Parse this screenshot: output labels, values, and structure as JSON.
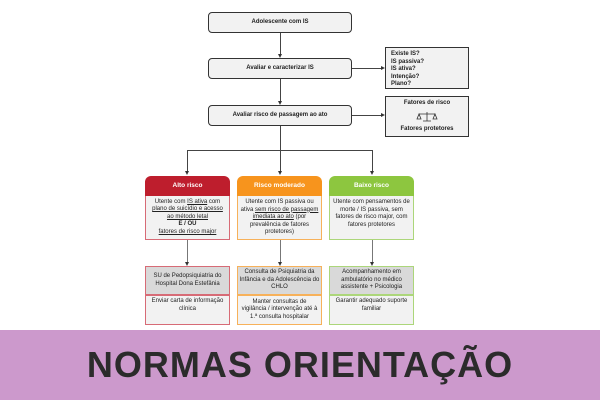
{
  "flow": {
    "step1": "Adolescente com IS",
    "step2": "Avaliar e caracterizar IS",
    "step3": "Avaliar risco de passagem ao ato",
    "questions": [
      "Existe IS?",
      "IS passiva?",
      "IS ativa?",
      "Intenção?",
      "Plano?"
    ],
    "balance": {
      "top": "Fatores de risco",
      "bottom": "Fatores protetores",
      "icon": "balance-scale-icon"
    }
  },
  "columns": [
    {
      "title": "Alto risco",
      "color": "#be1e2d",
      "desc": [
        "Utente com ",
        "IS ativa",
        " com ",
        "plano de suicídio e acesso ao método letal",
        "E / OU",
        "fatores de risco major"
      ],
      "action": "SU de Pedopsiquiatria do Hospital Dona Estefânia",
      "followup": "Enviar carta de informação clínica"
    },
    {
      "title": "Risco moderado",
      "color": "#f7941d",
      "desc": [
        "Utente com IS passiva ou ativa ",
        "sem risco de passagem imediata ao ato",
        " (por prevalência de fatores protetores)"
      ],
      "action": "Consulta de Psiquiatria da Infância e da Adolescência do CHLO",
      "followup": "Manter consultas de vigilância / intervenção até à 1.ª consulta hospitalar"
    },
    {
      "title": "Baixo risco",
      "color": "#8dc63f",
      "desc": "Utente com pensamentos de morte / IS passiva, sem fatores de risco major, com fatores protetores",
      "action": "Acompanhamento em ambulatório no médico assistente + Psicologia",
      "followup": "Garantir adequado suporte familiar"
    }
  ],
  "banner": "NORMAS ORIENTAÇÃO"
}
